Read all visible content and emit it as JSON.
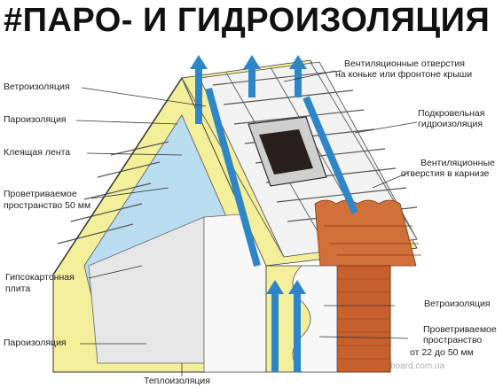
{
  "title": "#ПАРО- И ГИДРОИЗОЛЯЦИЯ",
  "labels_left": {
    "l1": "Ветроизоляция",
    "l2": "Пароизоляция",
    "l3": "Клеящая лента",
    "l4a": "Проветриваемое",
    "l4b": "пространство 50 мм",
    "l5a": "Гипсокартонная",
    "l5b": "плита",
    "l6": "Пароизоляция"
  },
  "labels_right": {
    "r1a": "Вентиляционные отверстия",
    "r1b": "на коньке или фронтоне крыши",
    "r2a": "Подкровельная",
    "r2b": "гидроизоляция",
    "r3a": "Вентиляционные",
    "r3b": "отверстия в карнизе",
    "r4": "Ветроизоляция",
    "r5a": "Проветриваемое",
    "r5b": "пространство",
    "r5c": "от 22  до 50 мм"
  },
  "label_bottom": "Теплоизоляция",
  "watermark": "board.com.ua",
  "colors": {
    "insulation": "#f3ee9a",
    "vapor": "#b9dcf0",
    "arrow": "#2e86c8",
    "brick": "#c8602e",
    "tile": "#d2703a",
    "line": "#333333"
  }
}
